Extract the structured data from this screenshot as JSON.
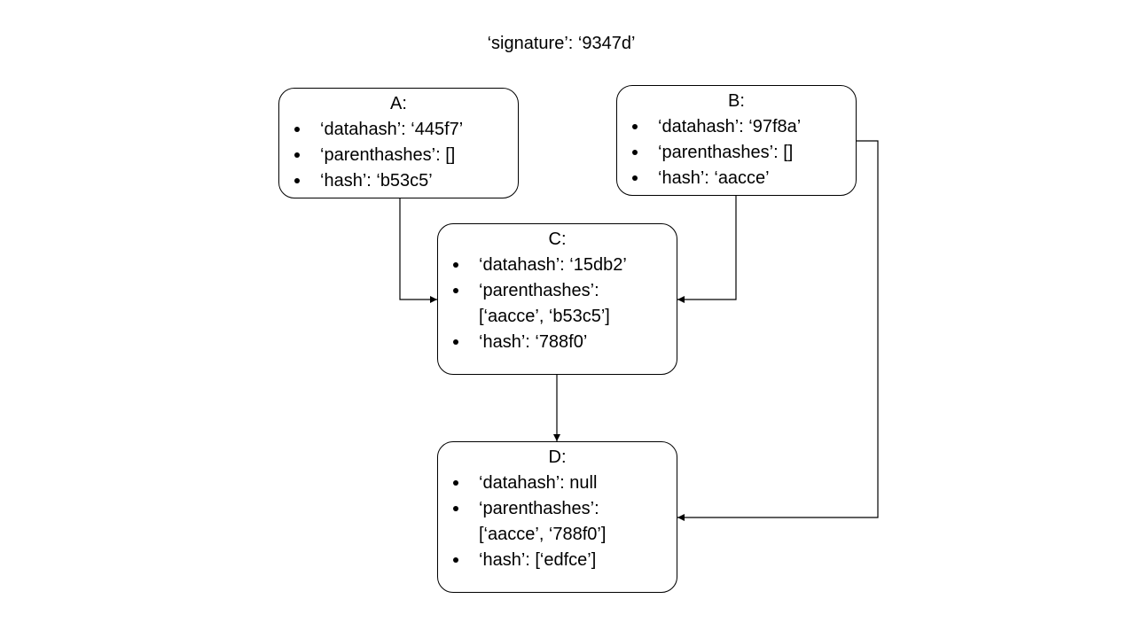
{
  "signature": "‘signature’: ‘9347d’",
  "nodes": {
    "A": {
      "title": "A:",
      "datahash": "‘datahash’: ‘445f7’",
      "parenthashes": "‘parenthashes’: []",
      "hash": "‘hash’: ‘b53c5’"
    },
    "B": {
      "title": "B:",
      "datahash": "‘datahash’: ‘97f8a’",
      "parenthashes": "‘parenthashes’: []",
      "hash": "‘hash’: ‘aacce’"
    },
    "C": {
      "title": "C:",
      "datahash": "‘datahash’: ‘15db2’",
      "parenthashes_line1": "‘parenthashes’:",
      "parenthashes_line2": "[‘aacce’, ‘b53c5’]",
      "hash": "‘hash’: ‘788f0’"
    },
    "D": {
      "title": "D:",
      "datahash": "‘datahash’: null",
      "parenthashes_line1": "‘parenthashes’:",
      "parenthashes_line2": "[‘aacce’, ‘788f0’]",
      "hash": "‘hash’: [‘edfce’]"
    }
  },
  "edges": [
    {
      "from": "A",
      "to": "C"
    },
    {
      "from": "B",
      "to": "C"
    },
    {
      "from": "C",
      "to": "D"
    },
    {
      "from": "B",
      "to": "D"
    }
  ]
}
